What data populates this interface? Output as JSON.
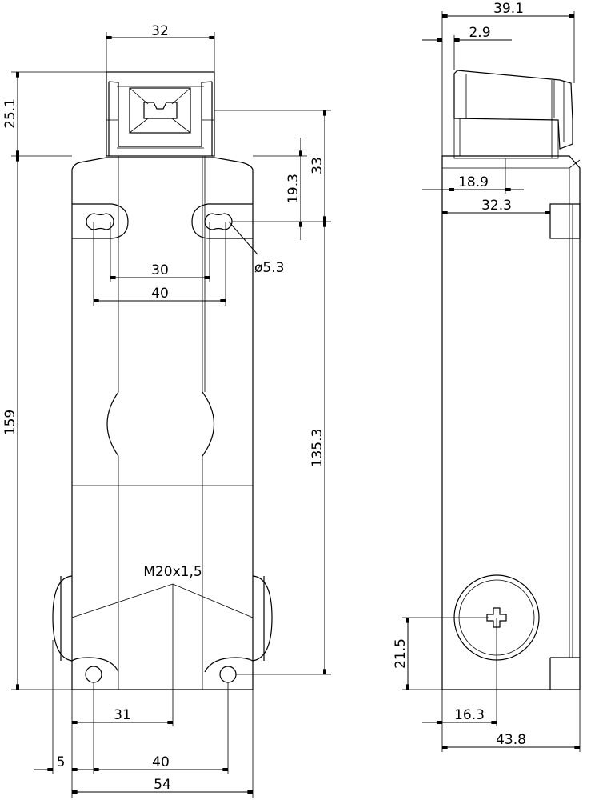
{
  "front_view": {
    "dimensions": {
      "cap_width": "32",
      "cap_height": "25.1",
      "total_height": "159",
      "top_to_mount": "33",
      "body_top_to_mount": "19.3",
      "mount_to_bottom_hole": "135.3",
      "slot_inner_spacing": "30",
      "slot_outer_spacing": "40",
      "slot_diameter": "ø5.3",
      "thread": "M20x1,5",
      "thread_offset": "31",
      "edge_offset": "5",
      "bottom_hole_spacing": "40",
      "total_width": "54"
    }
  },
  "side_view": {
    "dimensions": {
      "total_depth": "39.1",
      "cap_offset": "2.9",
      "cap_center": "18.9",
      "block_offset": "32.3",
      "gland_height": "21.5",
      "gland_offset": "16.3",
      "base_depth": "43.8"
    }
  }
}
